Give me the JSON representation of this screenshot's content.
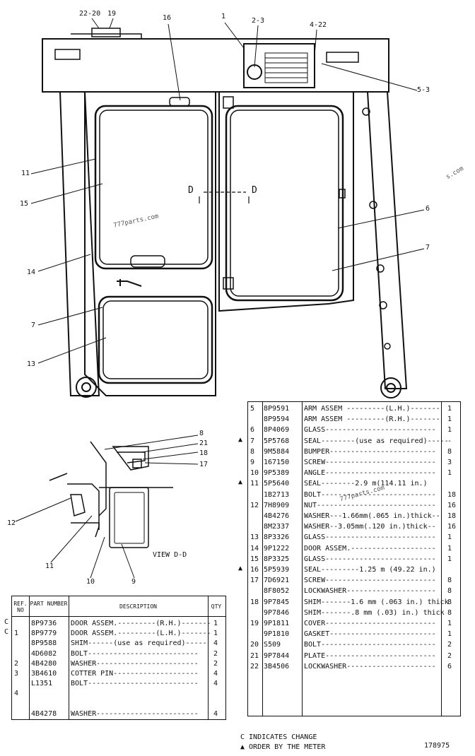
{
  "callouts": {
    "c22_20": "22-20",
    "c19": "19",
    "c16": "16",
    "c1": "1",
    "c2_3": "2-3",
    "c4_22": "4-22",
    "c5_3": "5-3",
    "c11a": "11",
    "c15": "15",
    "c14": "14",
    "c7a": "7",
    "c13": "13",
    "c6": "6",
    "c7b": "7",
    "c8": "8",
    "c21": "21",
    "c18": "18",
    "c17": "17",
    "c12": "12",
    "c11b": "11",
    "c10": "10",
    "c9": "9",
    "d_left": "D",
    "d_right": "D"
  },
  "view_label": "VIEW D-D",
  "watermarks": [
    "777parts.com",
    "777parts.com",
    "s.com"
  ],
  "left_table": {
    "headers": {
      "ref": "REF. NO",
      "part": "PART NUMBER",
      "desc": "DESCRIPTION",
      "qty": "QTY"
    },
    "rows": [
      {
        "mark": "C",
        "ref": "",
        "part": "8P9736",
        "desc": "DOOR ASSEM.---------(R.H.)-------",
        "qty": "1"
      },
      {
        "mark": "C",
        "ref": "1",
        "part": "8P9779",
        "desc": "DOOR ASSEM.---------(L.H.)-------",
        "qty": "1"
      },
      {
        "mark": "",
        "ref": "",
        "part": "8P9588",
        "desc": "SHIM------(use as required)-----",
        "qty": "4"
      },
      {
        "mark": "",
        "ref": "",
        "part": "4D6082",
        "desc": "BOLT--------------------------",
        "qty": "2"
      },
      {
        "mark": "",
        "ref": "2",
        "part": "4B4280",
        "desc": "WASHER------------------------",
        "qty": "2"
      },
      {
        "mark": "",
        "ref": "3",
        "part": "3B4610",
        "desc": "COTTER PIN--------------------",
        "qty": "4"
      },
      {
        "mark": "",
        "ref": "",
        "part": "L1351",
        "desc": "BOLT--------------------------",
        "qty": "4"
      },
      {
        "mark": "",
        "ref": "4",
        "part": "",
        "desc": "",
        "qty": ""
      },
      {
        "mark": "",
        "ref": "",
        "part": "",
        "desc": "",
        "qty": ""
      },
      {
        "mark": "",
        "ref": "",
        "part": "4B4278",
        "desc": "WASHER------------------------",
        "qty": "4"
      }
    ]
  },
  "right_table": {
    "rows": [
      {
        "mark": "",
        "ref": "5",
        "part": "8P9591",
        "desc": "ARM ASSEM ---------(L.H.)-------",
        "qty": "1"
      },
      {
        "mark": "",
        "ref": "",
        "part": "8P9594",
        "desc": "ARM ASSEM ---------(R.H.)-------",
        "qty": "1"
      },
      {
        "mark": "",
        "ref": "6",
        "part": "8P4069",
        "desc": "GLASS--------------------------",
        "qty": "1"
      },
      {
        "mark": "▲",
        "ref": "7",
        "part": "5P5768",
        "desc": "SEAL--------(use as required)-----",
        "qty": "-"
      },
      {
        "mark": "",
        "ref": "8",
        "part": "9M5884",
        "desc": "BUMPER-------------------------",
        "qty": "8"
      },
      {
        "mark": "",
        "ref": "9",
        "part": "167150",
        "desc": "SCREW--------------------------",
        "qty": "3"
      },
      {
        "mark": "",
        "ref": "10",
        "part": "9P5389",
        "desc": "ANGLE--------------------------",
        "qty": "1"
      },
      {
        "mark": "▲",
        "ref": "11",
        "part": "5P5640",
        "desc": "SEAL--------2.9 m(114.11 in.)",
        "qty": ""
      },
      {
        "mark": "",
        "ref": "",
        "part": "1B2713",
        "desc": "BOLT---------------------------",
        "qty": "18"
      },
      {
        "mark": "",
        "ref": "12",
        "part": "7H8909",
        "desc": "NUT----------------------------",
        "qty": "16"
      },
      {
        "mark": "",
        "ref": "",
        "part": "4B4276",
        "desc": "WASHER---1.66mm(.065 in.)thick--",
        "qty": "18"
      },
      {
        "mark": "",
        "ref": "",
        "part": "8M2337",
        "desc": "WASHER--3.05mm(.120 in.)thick--",
        "qty": "16"
      },
      {
        "mark": "",
        "ref": "13",
        "part": "8P3326",
        "desc": "GLASS--------------------------",
        "qty": "1"
      },
      {
        "mark": "",
        "ref": "14",
        "part": "9P1222",
        "desc": "DOOR ASSEM.--------------------",
        "qty": "1"
      },
      {
        "mark": "",
        "ref": "15",
        "part": "8P3325",
        "desc": "GLASS--------------------------",
        "qty": "1"
      },
      {
        "mark": "▲",
        "ref": "16",
        "part": "5P5939",
        "desc": "SEAL---------1.25 m (49.22 in.)",
        "qty": ""
      },
      {
        "mark": "",
        "ref": "17",
        "part": "7D6921",
        "desc": "SCREW--------------------------",
        "qty": "8"
      },
      {
        "mark": "",
        "ref": "",
        "part": "8F8052",
        "desc": "LOCKWASHER---------------------",
        "qty": "8"
      },
      {
        "mark": "",
        "ref": "18",
        "part": "9P7845",
        "desc": "SHIM-------1.6 mm (.063 in.) thick",
        "qty": "8"
      },
      {
        "mark": "",
        "ref": "",
        "part": "9P7846",
        "desc": "SHIM-------.8 mm (.03) in.) thick",
        "qty": "8"
      },
      {
        "mark": "",
        "ref": "19",
        "part": "9P1811",
        "desc": "COVER--------------------------",
        "qty": "1"
      },
      {
        "mark": "",
        "ref": "",
        "part": "9P1810",
        "desc": "GASKET-------------------------",
        "qty": "1"
      },
      {
        "mark": "",
        "ref": "20",
        "part": "S509",
        "desc": "BOLT---------------------------",
        "qty": "2"
      },
      {
        "mark": "",
        "ref": "21",
        "part": "9P7844",
        "desc": "PLATE--------------------------",
        "qty": "2"
      },
      {
        "mark": "",
        "ref": "22",
        "part": "3B4506",
        "desc": "LOCKWASHER---------------------",
        "qty": "6"
      }
    ]
  },
  "legend": {
    "change": "C INDICATES CHANGE",
    "meter": "▲ ORDER BY THE METER"
  },
  "drawing_number": "178975"
}
